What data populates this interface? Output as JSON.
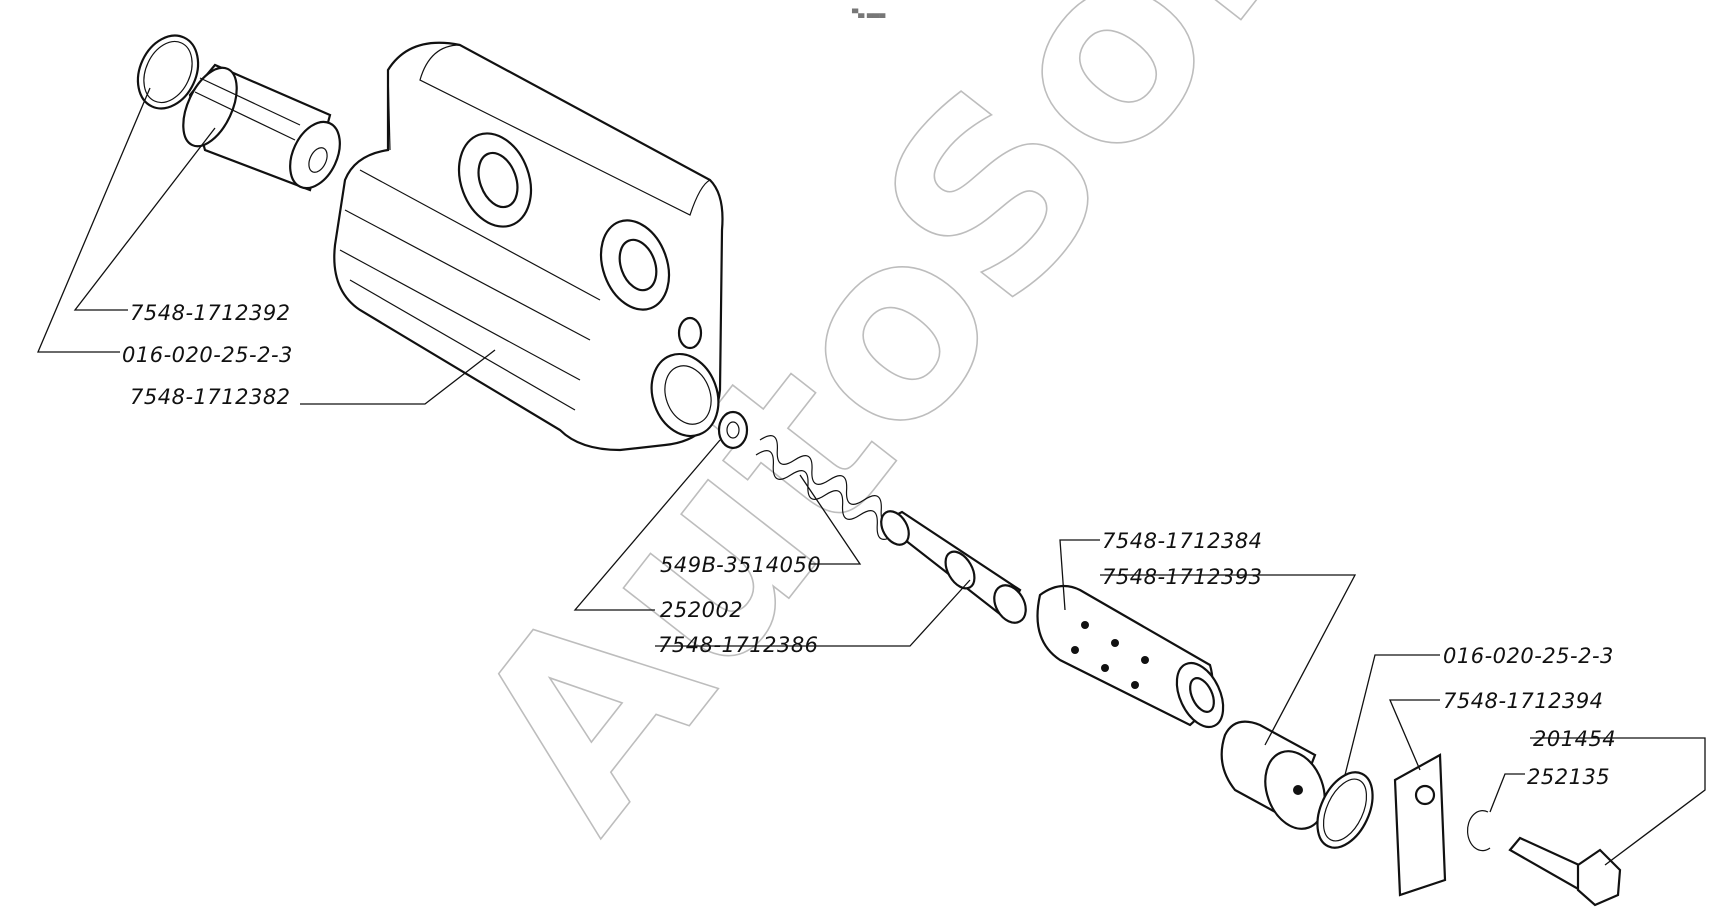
{
  "watermark": "AutoSoft",
  "header_mark": "▀▄ ▄▄▄",
  "labels": {
    "l_7548_1712392": "7548-1712392",
    "l_016_top": "016-020-25-2-3",
    "l_7548_1712382": "7548-1712382",
    "l_549b": "549B-3514050",
    "l_252002": "252002",
    "l_7548_1712386": "7548-1712386",
    "l_7548_1712384": "7548-1712384",
    "l_7548_1712393": "7548-1712393",
    "l_016_right": "016-020-25-2-3",
    "l_7548_1712394": "7548-1712394",
    "l_201454": "201454",
    "l_252135": "252135"
  }
}
